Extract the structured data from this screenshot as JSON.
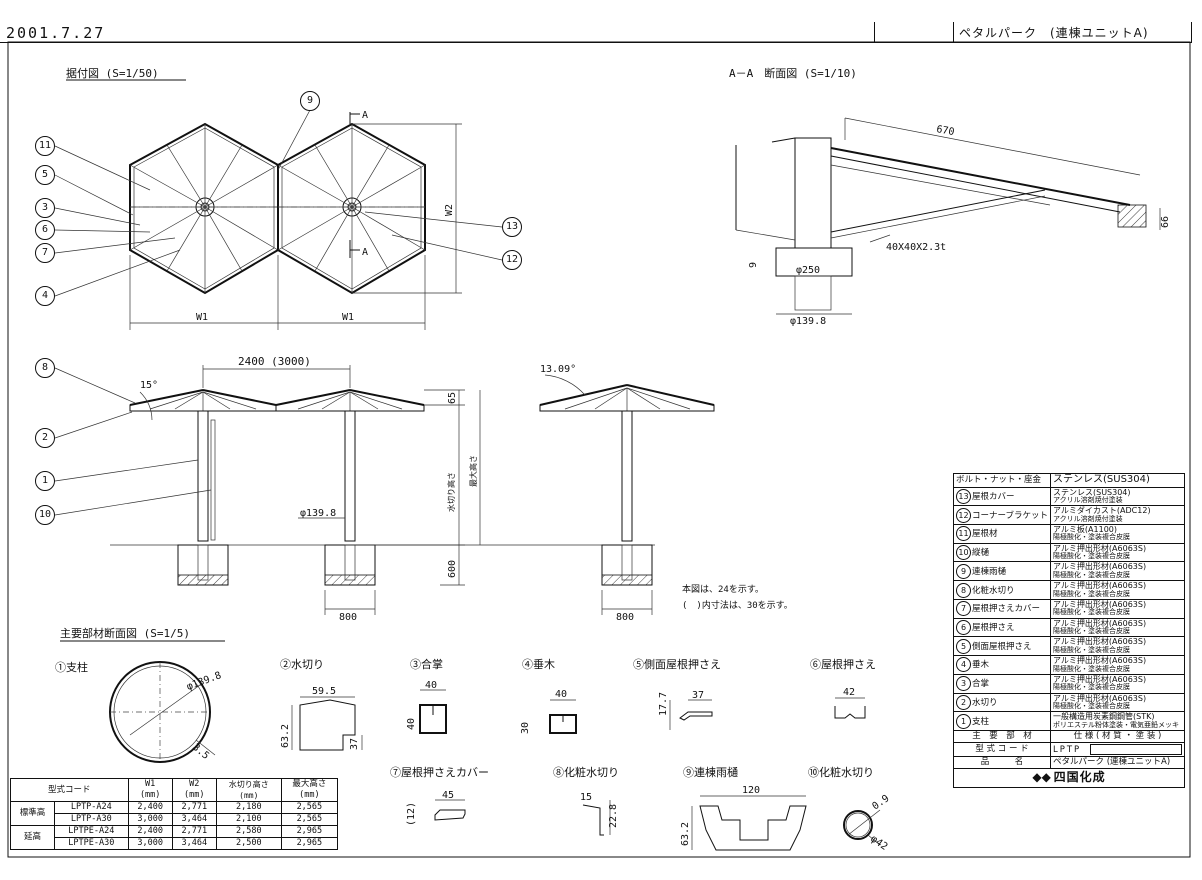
{
  "header": {
    "date": "2001.7.27",
    "title": "ペタルパーク　(連棟ユニットA)"
  },
  "views": {
    "plan_title": "据付図 (S=1/50)",
    "section_title": "A－A　断面図 (S=1/10)",
    "members_title": "主要部材断面図 (S=1/5)"
  },
  "dims": {
    "w1": "W1",
    "w2": "W2",
    "section_a": "A",
    "d670": "670",
    "d66": "66",
    "steel": "40X40X2.3t",
    "d9": "9",
    "phi250": "φ250",
    "phi139_8": "φ139.8",
    "span": "2400 (3000)",
    "angle15": "15°",
    "angle13": "13.09°",
    "d65": "65",
    "gutter_height": "水切り高さ",
    "max_height": "最大高さ",
    "d600": "600",
    "d800": "800"
  },
  "notes": {
    "line1": "本図は、24を示す。",
    "line2": "(　)内寸法は、30を示す。"
  },
  "callouts": [
    "1",
    "2",
    "3",
    "4",
    "5",
    "6",
    "7",
    "8",
    "9",
    "10",
    "11",
    "12",
    "13"
  ],
  "members": {
    "m1": {
      "label": "①支柱",
      "d1": "φ139.8",
      "d2": "3.5"
    },
    "m2": {
      "label": "②水切り",
      "d1": "59.5",
      "d2": "63.2",
      "d3": "37"
    },
    "m3": {
      "label": "③合掌",
      "d1": "40",
      "d2": "40"
    },
    "m4": {
      "label": "④垂木",
      "d1": "40",
      "d2": "30"
    },
    "m5": {
      "label": "⑤側面屋根押さえ",
      "d1": "37",
      "d2": "17.7"
    },
    "m6": {
      "label": "⑥屋根押さえ",
      "d1": "42"
    },
    "m7": {
      "label": "⑦屋根押さえカバー",
      "d1": "45",
      "d2": "(12)"
    },
    "m8": {
      "label": "⑧化粧水切り",
      "d1": "15",
      "d2": "22.8"
    },
    "m9": {
      "label": "⑨連棟雨樋",
      "d1": "120",
      "d2": "63.2"
    },
    "m10": {
      "label": "⑩化粧水切り",
      "d1": "0.9",
      "d2": "φ42"
    }
  },
  "spec": {
    "bolt_label": "ボルト・ナット・座金",
    "bolt_material": "ステンレス(SUS304)",
    "rows": [
      {
        "num": "13",
        "part": "屋根カバー",
        "m1": "ステンレス(SUS304)",
        "m2": "アクリル溶剤焼付塗装"
      },
      {
        "num": "12",
        "part": "コーナーブラケット",
        "m1": "アルミダイカスト(ADC12)",
        "m2": "アクリル溶剤焼付塗装"
      },
      {
        "num": "11",
        "part": "屋根材",
        "m1": "アルミ板(A1100)",
        "m2": "陽極酸化・塗装複合皮膜"
      },
      {
        "num": "10",
        "part": "縦樋",
        "m1": "アルミ押出形材(A6063S)",
        "m2": "陽極酸化・塗装複合皮膜"
      },
      {
        "num": "9",
        "part": "連棟雨樋",
        "m1": "アルミ押出形材(A6063S)",
        "m2": "陽極酸化・塗装複合皮膜"
      },
      {
        "num": "8",
        "part": "化粧水切り",
        "m1": "アルミ押出形材(A6063S)",
        "m2": "陽極酸化・塗装複合皮膜"
      },
      {
        "num": "7",
        "part": "屋根押さえカバー",
        "m1": "アルミ押出形材(A6063S)",
        "m2": "陽極酸化・塗装複合皮膜"
      },
      {
        "num": "6",
        "part": "屋根押さえ",
        "m1": "アルミ押出形材(A6063S)",
        "m2": "陽極酸化・塗装複合皮膜"
      },
      {
        "num": "5",
        "part": "側面屋根押さえ",
        "m1": "アルミ押出形材(A6063S)",
        "m2": "陽極酸化・塗装複合皮膜"
      },
      {
        "num": "4",
        "part": "垂木",
        "m1": "アルミ押出形材(A6063S)",
        "m2": "陽極酸化・塗装複合皮膜"
      },
      {
        "num": "3",
        "part": "合掌",
        "m1": "アルミ押出形材(A6063S)",
        "m2": "陽極酸化・塗装複合皮膜"
      },
      {
        "num": "2",
        "part": "水切り",
        "m1": "アルミ押出形材(A6063S)",
        "m2": "陽極酸化・塗装複合皮膜"
      },
      {
        "num": "1",
        "part": "支柱",
        "m1": "一般構造用炭素鋼鋼管(STK)",
        "m2": "ポリエステル粉体塗装・電気亜鉛メッキ"
      }
    ],
    "footer": {
      "main_part_label": "主　要　部　材",
      "main_part_value": "仕 様 ( 材 質 ・ 塗 装 )",
      "code_label": "型 式 コ ー ド",
      "code_value": "LPTP",
      "name_label": "品　　　名",
      "name_value": "ペタルパーク (連棟ユニットA)",
      "maker": "四国化成"
    }
  },
  "codes": {
    "headers": [
      "型式コード",
      "W1\n(mm)",
      "W2\n(mm)",
      "水切り高さ\n(mm)",
      "最大高さ\n(mm)"
    ],
    "h_code": "型式コード",
    "h_w1": "W1",
    "h_w2": "W2",
    "h_gutter": "水切り高さ",
    "h_max": "最大高さ",
    "unit": "(mm)",
    "group_std": "標準高",
    "group_ext": "延高",
    "rows": [
      [
        "LPTP-A24",
        "2,400",
        "2,771",
        "2,180",
        "2,565"
      ],
      [
        "LPTP-A30",
        "3,000",
        "3,464",
        "2,100",
        "2,565"
      ],
      [
        "LPTPE-A24",
        "2,400",
        "2,771",
        "2,580",
        "2,965"
      ],
      [
        "LPTPE-A30",
        "3,000",
        "3,464",
        "2,500",
        "2,965"
      ]
    ]
  }
}
